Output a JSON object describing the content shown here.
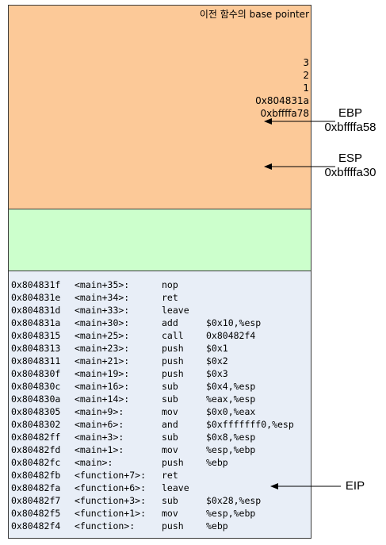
{
  "stack_frame": {
    "caption": "이전 함수의 base pointer",
    "values": [
      "3",
      "2",
      "1",
      "0x804831a",
      "0xbffffa78"
    ]
  },
  "registers": {
    "ebp": {
      "name": "EBP",
      "value": "0xbffffa58"
    },
    "esp": {
      "name": "ESP",
      "value": "0xbffffa30"
    },
    "eip": {
      "name": "EIP"
    }
  },
  "code": [
    {
      "address": "0x804831f",
      "symbol": "<main+35>:",
      "op": "nop",
      "args": ""
    },
    {
      "address": "0x804831e",
      "symbol": "<main+34>:",
      "op": "ret",
      "args": ""
    },
    {
      "address": "0x804831d",
      "symbol": "<main+33>:",
      "op": "leave",
      "args": ""
    },
    {
      "address": "0x804831a",
      "symbol": "<main+30>:",
      "op": "add",
      "args": "$0x10,%esp"
    },
    {
      "address": "0x8048315",
      "symbol": "<main+25>:",
      "op": "call",
      "args": "0x80482f4"
    },
    {
      "address": "0x8048313",
      "symbol": "<main+23>:",
      "op": "push",
      "args": "$0x1"
    },
    {
      "address": "0x8048311",
      "symbol": "<main+21>:",
      "op": "push",
      "args": "$0x2"
    },
    {
      "address": "0x804830f",
      "symbol": "<main+19>:",
      "op": "push",
      "args": "$0x3"
    },
    {
      "address": "0x804830c",
      "symbol": "<main+16>:",
      "op": "sub",
      "args": "$0x4,%esp"
    },
    {
      "address": "0x804830a",
      "symbol": "<main+14>:",
      "op": "sub",
      "args": "%eax,%esp"
    },
    {
      "address": "0x8048305",
      "symbol": "<main+9>:",
      "op": "mov",
      "args": "$0x0,%eax"
    },
    {
      "address": "0x8048302",
      "symbol": "<main+6>:",
      "op": "and",
      "args": "$0xfffffff0,%esp"
    },
    {
      "address": "0x80482ff",
      "symbol": "<main+3>:",
      "op": "sub",
      "args": "$0x8,%esp"
    },
    {
      "address": "0x80482fd",
      "symbol": "<main+1>:",
      "op": "mov",
      "args": "%esp,%ebp"
    },
    {
      "address": "0x80482fc",
      "symbol": "<main>:",
      "op": "push",
      "args": "%ebp"
    },
    {
      "address": "0x80482fb",
      "symbol": "<function+7>:",
      "op": "ret",
      "args": ""
    },
    {
      "address": "0x80482fa",
      "symbol": "<function+6>:",
      "op": "leave",
      "args": ""
    },
    {
      "address": "0x80482f7",
      "symbol": "<function+3>:",
      "op": "sub",
      "args": "$0x28,%esp"
    },
    {
      "address": "0x80482f5",
      "symbol": "<function+1>:",
      "op": "mov",
      "args": "%esp,%ebp"
    },
    {
      "address": "0x80482f4",
      "symbol": "<function>:",
      "op": "push",
      "args": "%ebp"
    }
  ]
}
